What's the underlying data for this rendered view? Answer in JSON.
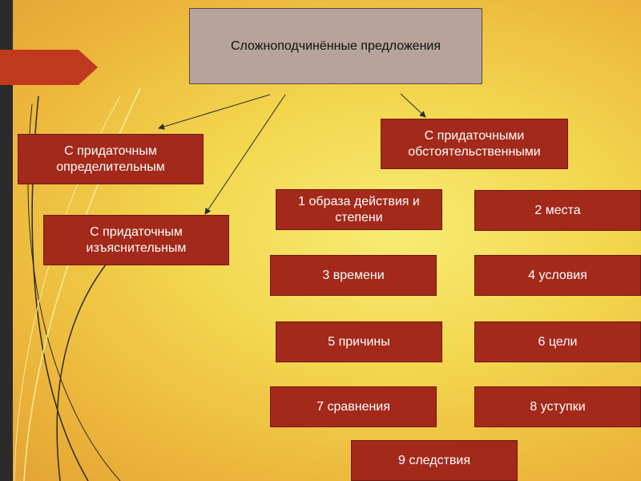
{
  "diagram": {
    "title": "Сложноподчинённые предложения",
    "branches": {
      "attributive": "С придаточным определительным",
      "explanatory": "С придаточным изъяснительным",
      "adverbial": "С придаточными обстоятельственными"
    },
    "adverbial_types": [
      "1 образа действия и степени",
      "2 места",
      "3 времени",
      "4 условия",
      "5 причины",
      "6 цели",
      "7 сравнения",
      "8 уступки",
      "9 следствия"
    ]
  },
  "colors": {
    "box_fill": "#a3291a",
    "title_fill": "#b7a39b",
    "banner": "#c0391f",
    "side_bar": "#2b2b2b"
  }
}
